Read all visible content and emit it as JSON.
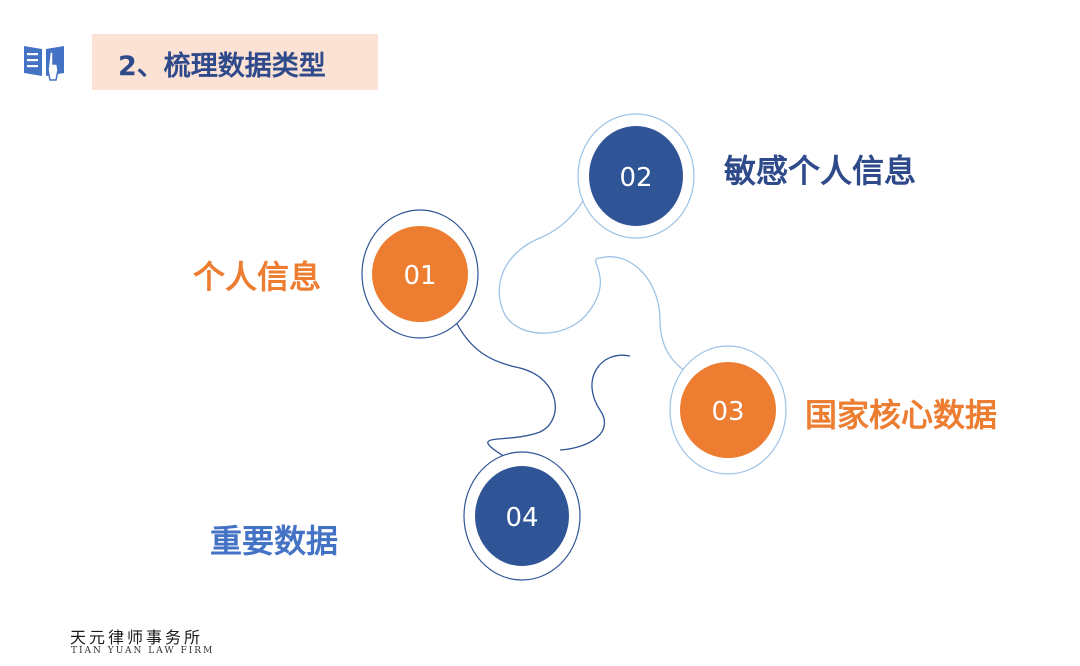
{
  "header": {
    "title": "2、梳理数据类型",
    "icon": "book-hand-icon"
  },
  "diagram": {
    "nodes": [
      {
        "num": "01",
        "label": "个人信息",
        "color": "#ed7d31"
      },
      {
        "num": "02",
        "label": "敏感个人信息",
        "color": "#2f5597"
      },
      {
        "num": "03",
        "label": "国家核心数据",
        "color": "#ed7d31"
      },
      {
        "num": "04",
        "label": "重要数据",
        "color": "#2f5597"
      }
    ],
    "connector_color": "#2f5597",
    "connector_light_color": "#9dc3e6"
  },
  "footer": {
    "logo_cn": "天元律师事务所",
    "logo_en": "TIAN YUAN LAW FIRM"
  }
}
